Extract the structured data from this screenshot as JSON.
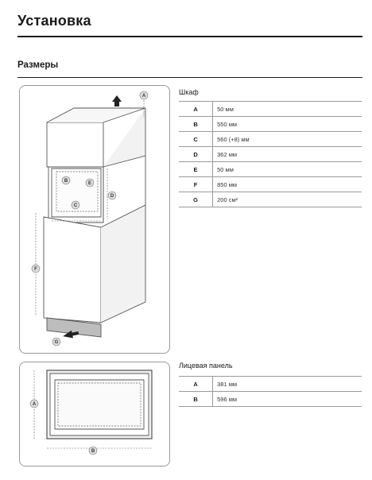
{
  "page": {
    "title": "Установка",
    "section": "Размеры"
  },
  "cabinet": {
    "caption": "Шкаф",
    "rows": [
      {
        "key": "A",
        "value": "50 мм"
      },
      {
        "key": "B",
        "value": "550 мм"
      },
      {
        "key": "C",
        "value": "560 (+8) мм"
      },
      {
        "key": "D",
        "value": "362 мм"
      },
      {
        "key": "E",
        "value": "50 мм"
      },
      {
        "key": "F",
        "value": "850 мм"
      },
      {
        "key": "G",
        "value": "200 см²"
      }
    ]
  },
  "front_panel": {
    "caption": "Лицевая панель",
    "rows": [
      {
        "key": "A",
        "value": "381 мм"
      },
      {
        "key": "B",
        "value": "596 мм"
      }
    ]
  },
  "diagram_labels": {
    "cabinet": [
      "A",
      "B",
      "C",
      "D",
      "E",
      "F",
      "G"
    ],
    "panel": [
      "A",
      "B"
    ]
  },
  "icons": {
    "vent_arrow": "up-arrow-icon",
    "inlet_arrow": "right-arrow-icon"
  }
}
